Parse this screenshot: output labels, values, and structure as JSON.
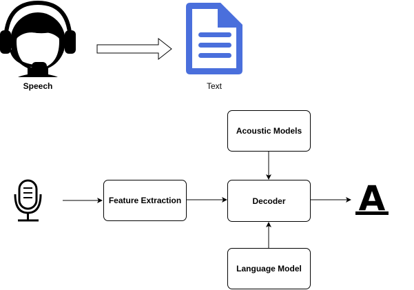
{
  "top": {
    "speech_label": "Speech",
    "text_label": "Text",
    "headset_icon": "headset-person-icon",
    "document_icon": "document-icon",
    "document_color": "#4a6fdc"
  },
  "pipeline": {
    "feature_extraction": "Feature Extraction",
    "decoder": "Decoder",
    "acoustic_models": "Acoustic Models",
    "language_model": "Language Model",
    "input_icon": "microphone-icon",
    "output_icon": "letter-a-icon"
  }
}
